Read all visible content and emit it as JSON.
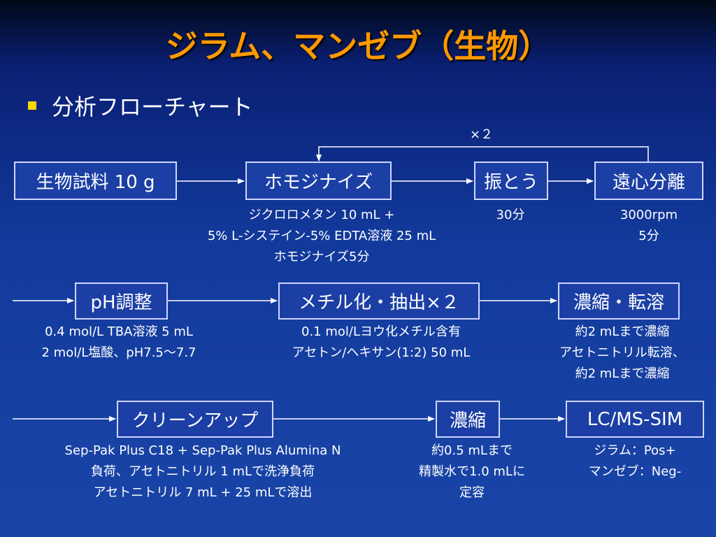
{
  "title": "ジラム、マンゼブ（生物）",
  "bullet": "分析フローチャート",
  "loop_label": "×２",
  "row1": {
    "sample": "生物試料 10 g",
    "homogenize": "ホモジナイズ",
    "shake": "振とう",
    "centrifuge": "遠心分離",
    "homogenize_notes": [
      "ジクロロメタン 10 mL +",
      "5% L-システイン-5% EDTA溶液 25 mL",
      "ホモジナイズ5分"
    ],
    "shake_notes": [
      "30分"
    ],
    "centrifuge_notes": [
      "3000rpm",
      "5分"
    ]
  },
  "row2": {
    "ph": "pH調整",
    "methylation": "メチル化・抽出×２",
    "concentrate": "濃縮・転溶",
    "ph_notes": [
      "0.4 mol/L TBA溶液 5 mL",
      "2 mol/L塩酸、pH7.5～7.7"
    ],
    "methylation_notes": [
      "0.1 mol/Lヨウ化メチル含有",
      "アセトン/ヘキサン(1:2) 50 mL"
    ],
    "concentrate_notes": [
      "約2 mLまで濃縮",
      "アセトニトリル転溶、",
      "約2 mLまで濃縮"
    ]
  },
  "row3": {
    "cleanup": "クリーンアップ",
    "concentrate": "濃縮",
    "lcms": "LC/MS-SIM",
    "cleanup_notes": [
      "Sep-Pak Plus C18 + Sep-Pak Plus Alumina N",
      "負荷、アセトニトリル 1 mLで洗浄負荷",
      "アセトニトリル 7 mL + 25 mLで溶出"
    ],
    "concentrate_notes": [
      "約0.5 mLまで",
      "精製水で1.0 mLに",
      "定容"
    ],
    "lcms_notes": [
      "ジラム：Pos+",
      "マンゼブ：Neg-"
    ]
  }
}
